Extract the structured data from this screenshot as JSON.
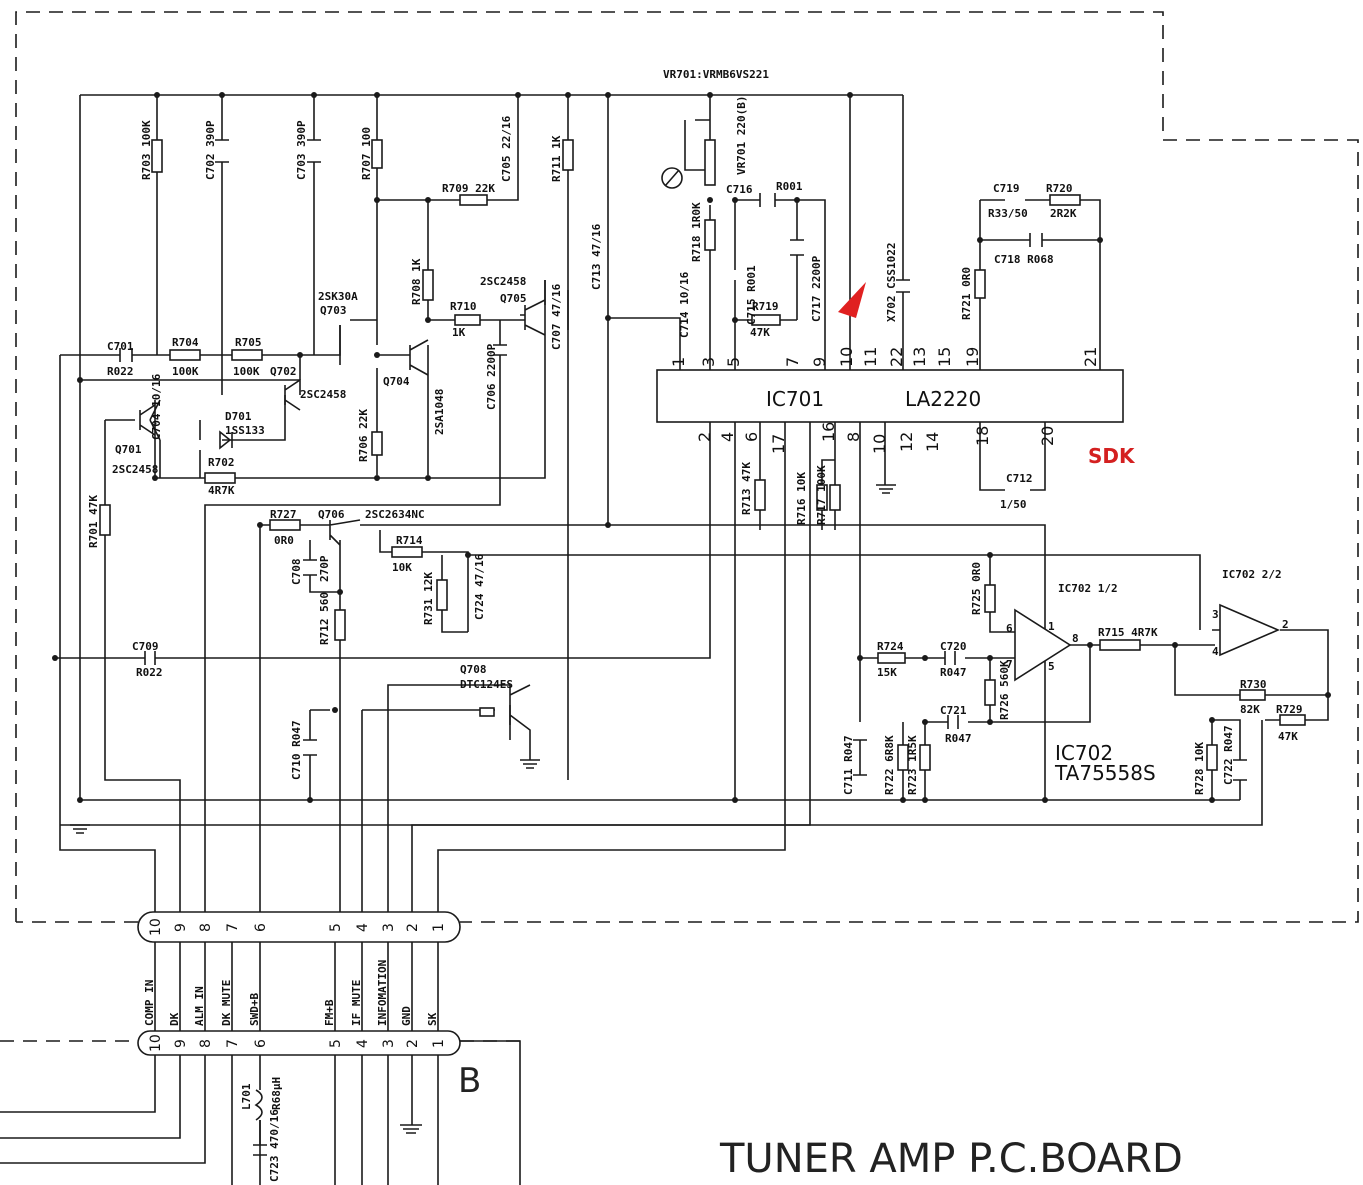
{
  "labels": {
    "vr701": "VR701:VRMB6VS221",
    "ic701_name": "IC701",
    "ic701_part": "LA2220",
    "ic702_name": "IC702",
    "ic702_part": "TA75558S",
    "ic702_half1": "IC702  1/2",
    "ic702_half2": "IC702  2/2",
    "sdk": "SDK",
    "board_title": "TUNER  AMP  P.C.BOARD",
    "section_b": "B"
  },
  "components": [
    {
      "id": "r703",
      "text": "R703 100K"
    },
    {
      "id": "c702",
      "text": "C702 390P"
    },
    {
      "id": "c703",
      "text": "C703 390P"
    },
    {
      "id": "r707",
      "text": "R707 100"
    },
    {
      "id": "c705",
      "text": "C705 22/16"
    },
    {
      "id": "r711",
      "text": "R711 1K"
    },
    {
      "id": "r709",
      "text": "R709 22K"
    },
    {
      "id": "c713",
      "text": "C713 47/16"
    },
    {
      "id": "vr701r",
      "text": "VR701 220(B)"
    },
    {
      "id": "c716",
      "text": "C716"
    },
    {
      "id": "r001",
      "text": "R001"
    },
    {
      "id": "c719",
      "text": "C719"
    },
    {
      "id": "r720",
      "text": "R720"
    },
    {
      "id": "r3350",
      "text": "R33/50"
    },
    {
      "id": "r2r2k",
      "text": "2R2K"
    },
    {
      "id": "c718",
      "text": "C718 R068"
    },
    {
      "id": "r718",
      "text": "R718 1R0K"
    },
    {
      "id": "c715",
      "text": "C715 R001"
    },
    {
      "id": "c714",
      "text": "C714 10/16"
    },
    {
      "id": "r719",
      "text": "R719"
    },
    {
      "id": "r719v",
      "text": "47K"
    },
    {
      "id": "c717",
      "text": "C717 2200P"
    },
    {
      "id": "x702",
      "text": "X702 CSS1022"
    },
    {
      "id": "r721",
      "text": "R721 0R0"
    },
    {
      "id": "k2sk30a",
      "text": "2SK30A"
    },
    {
      "id": "q703",
      "text": "Q703"
    },
    {
      "id": "r708",
      "text": "R708 1K"
    },
    {
      "id": "r710",
      "text": "R710"
    },
    {
      "id": "r710v",
      "text": "1K"
    },
    {
      "id": "t2sc2458a",
      "text": "2SC2458"
    },
    {
      "id": "q705",
      "text": "Q705"
    },
    {
      "id": "c707",
      "text": "C707 47/16"
    },
    {
      "id": "c706",
      "text": "C706 2200P"
    },
    {
      "id": "c701",
      "text": "C701"
    },
    {
      "id": "r022a",
      "text": "R022"
    },
    {
      "id": "r704",
      "text": "R704"
    },
    {
      "id": "r704v",
      "text": "100K"
    },
    {
      "id": "r705",
      "text": "R705"
    },
    {
      "id": "r705v",
      "text": "100K"
    },
    {
      "id": "q702",
      "text": "Q702"
    },
    {
      "id": "t2sc2458b",
      "text": "2SC2458"
    },
    {
      "id": "q704",
      "text": "Q704"
    },
    {
      "id": "sa1048",
      "text": "2SA1048"
    },
    {
      "id": "c704",
      "text": "C704 10/16"
    },
    {
      "id": "d701",
      "text": "D701"
    },
    {
      "id": "ss133",
      "text": "1SS133"
    },
    {
      "id": "r706",
      "text": "R706 22K"
    },
    {
      "id": "q701",
      "text": "Q701"
    },
    {
      "id": "t2sc2458c",
      "text": "2SC2458"
    },
    {
      "id": "r702",
      "text": "R702"
    },
    {
      "id": "r702v",
      "text": "4R7K"
    },
    {
      "id": "r713",
      "text": "R713 47K"
    },
    {
      "id": "r716",
      "text": "R716 10K"
    },
    {
      "id": "r717",
      "text": "R717 100K"
    },
    {
      "id": "c712",
      "text": "C712"
    },
    {
      "id": "c712v",
      "text": "1/50"
    },
    {
      "id": "r701",
      "text": "R701 47K"
    },
    {
      "id": "r727",
      "text": "R727"
    },
    {
      "id": "r727v",
      "text": "0R0"
    },
    {
      "id": "q706",
      "text": "Q706"
    },
    {
      "id": "sc2634",
      "text": "2SC2634NC"
    },
    {
      "id": "c708",
      "text": "C708"
    },
    {
      "id": "c708v",
      "text": "270P"
    },
    {
      "id": "r714",
      "text": "R714"
    },
    {
      "id": "r714v",
      "text": "10K"
    },
    {
      "id": "r731",
      "text": "R731 12K"
    },
    {
      "id": "c724",
      "text": "C724 47/16"
    },
    {
      "id": "r725",
      "text": "R725 0R0"
    },
    {
      "id": "r712",
      "text": "R712 560"
    },
    {
      "id": "c709",
      "text": "C709"
    },
    {
      "id": "r022b",
      "text": "R022"
    },
    {
      "id": "r724",
      "text": "R724"
    },
    {
      "id": "r724v",
      "text": "15K"
    },
    {
      "id": "c720",
      "text": "C720"
    },
    {
      "id": "r047a",
      "text": "R047"
    },
    {
      "id": "r715",
      "text": "R715 4R7K"
    },
    {
      "id": "r726",
      "text": "R726 560K"
    },
    {
      "id": "c721",
      "text": "C721"
    },
    {
      "id": "r047b",
      "text": "R047"
    },
    {
      "id": "r730",
      "text": "R730"
    },
    {
      "id": "r730v",
      "text": "82K"
    },
    {
      "id": "r729",
      "text": "R729"
    },
    {
      "id": "r729v",
      "text": "47K"
    },
    {
      "id": "q708",
      "text": "Q708"
    },
    {
      "id": "dtc124",
      "text": "DTC124ES"
    },
    {
      "id": "c710",
      "text": "C710 R047"
    },
    {
      "id": "c711",
      "text": "C711 R047"
    },
    {
      "id": "r722",
      "text": "R722 6R8K"
    },
    {
      "id": "r723",
      "text": "R723 1R5K"
    },
    {
      "id": "r728",
      "text": "R728 10K"
    },
    {
      "id": "c722",
      "text": "C722 R047"
    },
    {
      "id": "l701",
      "text": "L701"
    },
    {
      "id": "l701v",
      "text": "R68µH"
    },
    {
      "id": "c723",
      "text": "C723 470/16"
    }
  ],
  "ic701_top_pins": [
    "1",
    "3",
    "5",
    "7",
    "9",
    "10",
    "11",
    "22",
    "13",
    "15",
    "19",
    "21"
  ],
  "ic701_bottom_pins": [
    "2",
    "4",
    "6",
    "17",
    "16",
    "8",
    "10",
    "12",
    "14",
    "18",
    "20"
  ],
  "connector_upper_pins": [
    "10",
    "9",
    "8",
    "7",
    "6",
    "5",
    "4",
    "3",
    "2",
    "1"
  ],
  "connector_lower_pins": [
    "10",
    "9",
    "8",
    "7",
    "6",
    "5",
    "4",
    "3",
    "2",
    "1"
  ],
  "connector_signals": [
    "COMP IN",
    "DK",
    "ALM IN",
    "DK MUTE",
    "SWD+B",
    "FM+B",
    "IF MUTE",
    "INFOMATION",
    "GND",
    "SK"
  ],
  "opamp_pins": {
    "a_in_plus": "6",
    "a_in_minus": "7",
    "a_out": "8",
    "a_v": "5",
    "a_one": "1",
    "b_in_plus": "3",
    "b_in_minus": "4",
    "b_out": "2"
  }
}
